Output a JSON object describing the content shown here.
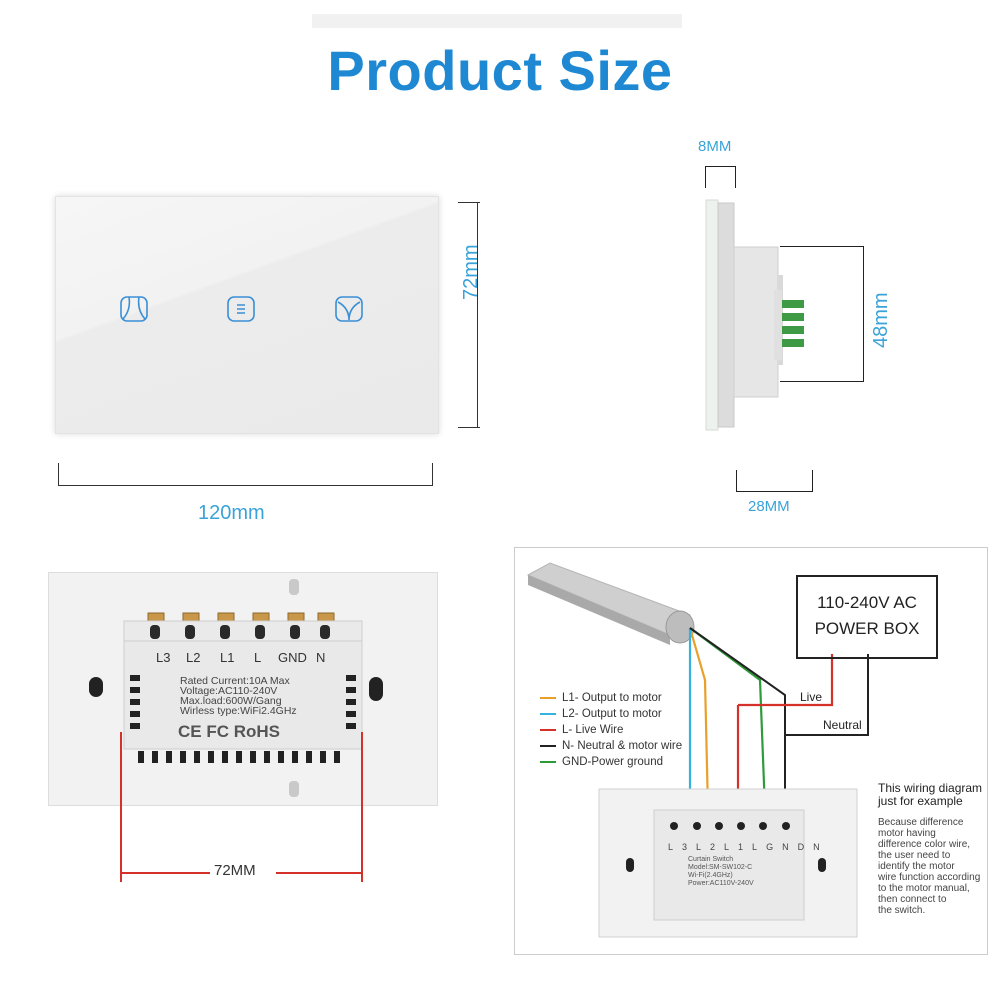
{
  "header": {
    "title": "Product Size"
  },
  "front": {
    "width_label": "120mm",
    "height_label": "72mm"
  },
  "side": {
    "top_label": "8MM",
    "right_label": "48mm",
    "bottom_label": "28MM"
  },
  "rear": {
    "terminals": [
      "L3",
      "L2",
      "L1",
      "L",
      "GND",
      "N"
    ],
    "specs": [
      "Rated Current:10A Max",
      "Voltage:AC110-240V",
      "Max.load:600W/Gang",
      "Wirless type:WiFi2.4GHz"
    ],
    "certs": "CE FC RoHS",
    "spacing_label": "72MM"
  },
  "diagram": {
    "power_box": [
      "110-240V  AC",
      "POWER BOX"
    ],
    "live_label": "Live",
    "neutral_label": "Neutral",
    "legend": [
      {
        "text": "L1- Output to motor",
        "color": "#e8a02a"
      },
      {
        "text": "L2- Output to motor",
        "color": "#35b3e0"
      },
      {
        "text": "L- Live Wire",
        "color": "#d4312a"
      },
      {
        "text": "N- Neutral & motor wire",
        "color": "#222222"
      },
      {
        "text": "GND-Power ground",
        "color": "#2f9a3a"
      }
    ],
    "note_title": [
      "This wiring diagram",
      "just for example"
    ],
    "note_body": [
      "Because difference",
      "motor having",
      "difference color wire,",
      "the user need to",
      "identify the motor",
      "wire function according",
      "to the motor manual,",
      "then connect to",
      "the switch."
    ],
    "mini_terminals": [
      "L3",
      "L2",
      "L1",
      "L",
      "GND",
      "N"
    ],
    "mini_specs": [
      "Curtain Switch",
      "Model:SM-SW102-C",
      "Wi-Fi(2.4GHz)",
      "Power:AC110V-240V"
    ]
  }
}
